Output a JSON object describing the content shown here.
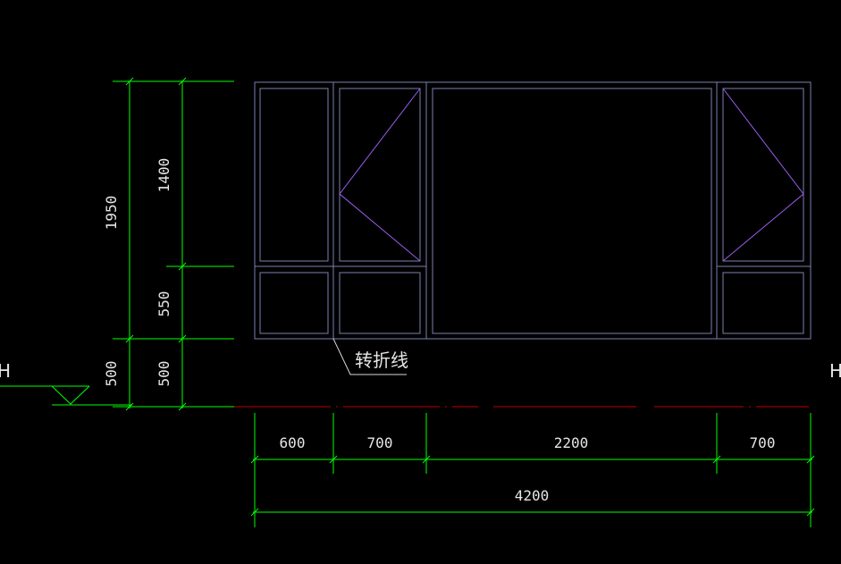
{
  "drawing": {
    "leader_label": "转折线",
    "level_mark_left": "H",
    "level_mark_right": "H",
    "colors": {
      "background": "#000000",
      "dimension": "#00ff00",
      "frame": "#7b7fb0",
      "sash_opening": "#9a5cf0",
      "floor_line": "#c00000",
      "text": "#e6e6e6"
    }
  },
  "dimensions": {
    "horizontal": [
      "600",
      "700",
      "2200",
      "700"
    ],
    "overall_width": "4200",
    "vertical_inner": [
      "1400",
      "550",
      "500"
    ],
    "vertical_outer": [
      "1950",
      "500"
    ]
  }
}
